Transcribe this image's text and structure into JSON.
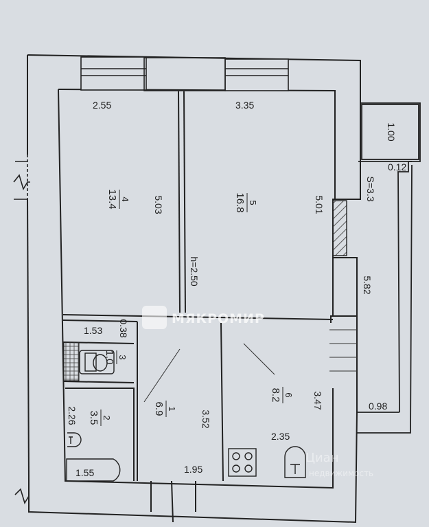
{
  "watermark": {
    "brand": "МЯКРОМИР",
    "secondary": "Циан",
    "secondary_sub": "недвижимость"
  },
  "ceiling_height": "h=2.50",
  "balcony_area": "S=3.3",
  "rooms": [
    {
      "id": "room-4",
      "number": "4",
      "area": "13.4"
    },
    {
      "id": "room-5",
      "number": "5",
      "area": "16.8"
    },
    {
      "id": "room-1",
      "number": "1",
      "area": "6.9"
    },
    {
      "id": "room-6",
      "number": "6",
      "area": "8.2"
    },
    {
      "id": "room-2",
      "number": "2",
      "area": "3.5"
    },
    {
      "id": "room-3",
      "number": "3",
      "area": "1.0"
    }
  ],
  "dimensions": {
    "room4_width": "2.55",
    "room5_width": "3.35",
    "room4_length": "5.03",
    "room5_length": "5.01",
    "balcony_depth": "1.00",
    "balcony_gap": "0.12",
    "balcony_length": "5.82",
    "wc_width": "1.53",
    "wc_gap": "0.38",
    "bath_length": "2.26",
    "bath_width": "1.55",
    "hall_length": "3.52",
    "hall_width": "1.95",
    "kitchen_length": "3.47",
    "kitchen_width": "2.35",
    "kitchen_offset": "0.98"
  },
  "colors": {
    "line": "#222222",
    "paper": "#d9dde2",
    "hatch": "#555555"
  }
}
